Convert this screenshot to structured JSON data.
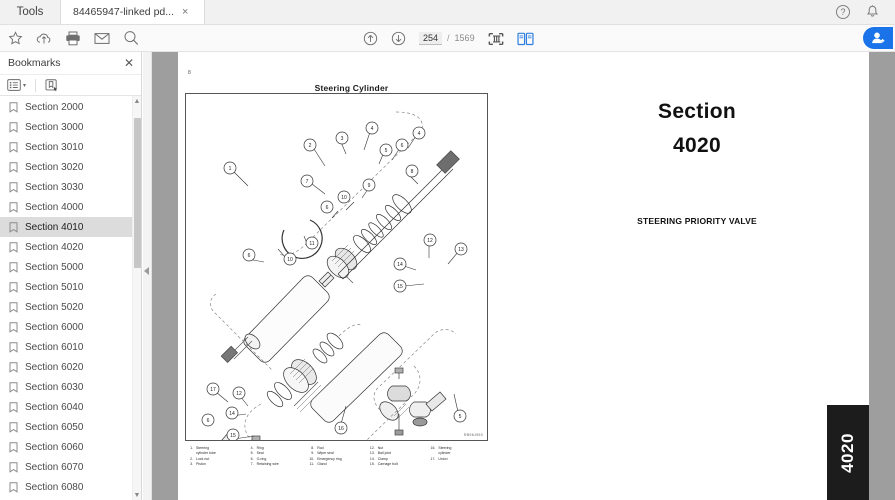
{
  "tabstrip": {
    "tools_label": "Tools",
    "document_tab": {
      "title": "84465947-linked pd...",
      "close_label": "×"
    },
    "help_label": "?",
    "notifications_icon": "bell-icon"
  },
  "toolbar": {
    "icons": [
      "star-icon",
      "upload-cloud-icon",
      "print-icon",
      "email-icon",
      "search-icon"
    ],
    "page_up_icon": "arrow-up-circle-icon",
    "page_down_icon": "arrow-down-circle-icon",
    "current_page": "254",
    "separator": "/",
    "total_pages": "1569",
    "fit_page_icon": "fit-page-icon",
    "two_page_view_icon": "two-page-view-icon",
    "add_user_icon": "add-user-icon",
    "accent_color": "#1a73e8"
  },
  "bookmarks": {
    "panel_title": "Bookmarks",
    "close_label": "✕",
    "options_icon": "list-options-icon",
    "options_caret": "▾",
    "new_bookmark_icon": "new-bookmark-icon",
    "selected_index": 6,
    "items": [
      {
        "label": "Section 2000"
      },
      {
        "label": "Section 3000"
      },
      {
        "label": "Section 3010"
      },
      {
        "label": "Section 3020"
      },
      {
        "label": "Section 3030"
      },
      {
        "label": "Section 4000"
      },
      {
        "label": "Section 4010"
      },
      {
        "label": "Section 4020"
      },
      {
        "label": "Section 5000"
      },
      {
        "label": "Section 5010"
      },
      {
        "label": "Section 5020"
      },
      {
        "label": "Section 6000"
      },
      {
        "label": "Section 6010"
      },
      {
        "label": "Section 6020"
      },
      {
        "label": "Section 6030"
      },
      {
        "label": "Section 6040"
      },
      {
        "label": "Section 6050"
      },
      {
        "label": "Section 6060"
      },
      {
        "label": "Section 6070"
      },
      {
        "label": "Section 6080"
      }
    ],
    "scroll_up_arrow": "▲",
    "scroll_down_arrow": "▼"
  },
  "sidebar_toggle": {
    "collapse_icon": "collapse-left-icon"
  },
  "document": {
    "left_page": {
      "corner_mark": "8",
      "figure_title": "Steering Cylinder",
      "figure_code": "RB96J950",
      "legend_columns": [
        [
          {
            "num": "1.",
            "label": "Steering",
            "cont": "cylinder tube"
          },
          {
            "num": "2.",
            "label": "Lock nut"
          },
          {
            "num": "3.",
            "label": "Piston"
          }
        ],
        [
          {
            "num": "4.",
            "label": "Ring"
          },
          {
            "num": "5.",
            "label": "Seal"
          },
          {
            "num": "6.",
            "label": "O-ring"
          },
          {
            "num": "7.",
            "label": "Retaining wire"
          }
        ],
        [
          {
            "num": "8.",
            "label": "Rod"
          },
          {
            "num": "9.",
            "label": "Wiper seal"
          },
          {
            "num": "10.",
            "label": "Emergency ring"
          },
          {
            "num": "11.",
            "label": "Gland"
          }
        ],
        [
          {
            "num": "12.",
            "label": "Nut"
          },
          {
            "num": "13.",
            "label": "Ball joint"
          },
          {
            "num": "14.",
            "label": "Clamp"
          },
          {
            "num": "15.",
            "label": "Carriage bolt"
          }
        ],
        [
          {
            "num": "16.",
            "label": "Steering",
            "cont": "cylinder"
          },
          {
            "num": "17.",
            "label": "Union"
          }
        ]
      ]
    },
    "right_page": {
      "section_word": "Section",
      "section_number": "4020",
      "subtitle": "STEERING PRIORITY VALVE",
      "edge_tab_label": "4020"
    }
  }
}
